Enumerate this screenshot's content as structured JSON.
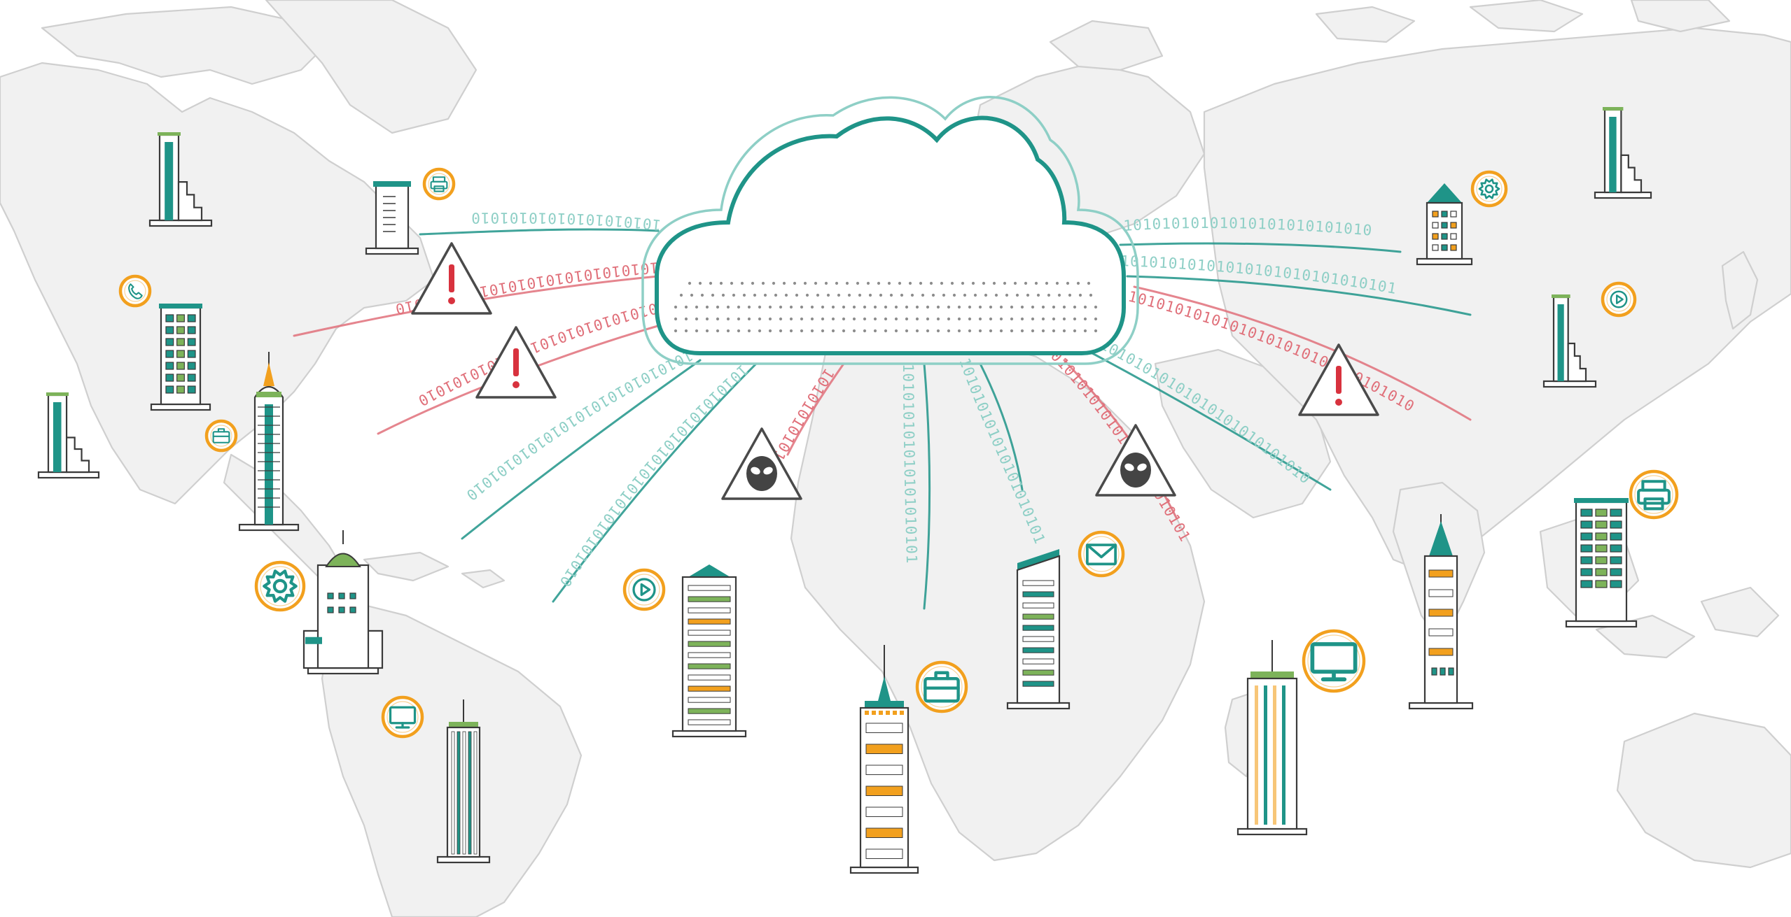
{
  "colors": {
    "teal": "#1f9488",
    "teal_light": "#8ecfc6",
    "red": "#e0707a",
    "orange": "#f2a01e",
    "gray_land": "#f1f1f1",
    "land_stroke": "#cfcfcf",
    "building_stroke": "#3a3a3a",
    "green_accent": "#7db35a",
    "warning_red": "#d8323e"
  },
  "cloud": {
    "name": "cloud-icon"
  },
  "streams": [
    {
      "name": "stream-na-north",
      "kind": "teal",
      "text": "10101010101010101010"
    },
    {
      "name": "stream-na-west",
      "kind": "red",
      "text": "1010101010101010101010101010"
    },
    {
      "name": "stream-na-mid",
      "kind": "red",
      "text": "1010101010101010101010101010"
    },
    {
      "name": "stream-caribbean",
      "kind": "teal",
      "text": "1010101010101010101010101010"
    },
    {
      "name": "stream-south-america",
      "kind": "teal",
      "text": "101010101010101010101010101010"
    },
    {
      "name": "stream-africa-west",
      "kind": "red",
      "text": "1010101010101"
    },
    {
      "name": "stream-africa-center",
      "kind": "teal",
      "text": "101010101010101010101"
    },
    {
      "name": "stream-africa-east",
      "kind": "teal",
      "text": "1010101010101010101010"
    },
    {
      "name": "stream-middle-east",
      "kind": "red",
      "text": "1010101010101010101010101"
    },
    {
      "name": "stream-india",
      "kind": "teal",
      "text": "1010101010101010101010101010"
    },
    {
      "name": "stream-asia-south",
      "kind": "red",
      "text": "10101010101010101010101010101010"
    },
    {
      "name": "stream-asia-mid",
      "kind": "teal",
      "text": "10101010101010101010101010101"
    },
    {
      "name": "stream-asia-north",
      "kind": "teal",
      "text": "10101010101010101010101010"
    }
  ],
  "warnings": [
    {
      "name": "warning-exclamation-na",
      "type": "exclamation"
    },
    {
      "name": "warning-exclamation-atlantic",
      "type": "exclamation"
    },
    {
      "name": "warning-alien-africa",
      "type": "alien"
    },
    {
      "name": "warning-alien-middle-east",
      "type": "alien"
    },
    {
      "name": "warning-exclamation-asia",
      "type": "exclamation"
    }
  ],
  "badges": [
    {
      "name": "printer-icon",
      "icon": "printer"
    },
    {
      "name": "phone-icon",
      "icon": "phone"
    },
    {
      "name": "briefcase-icon",
      "icon": "briefcase"
    },
    {
      "name": "gear-icon",
      "icon": "gear"
    },
    {
      "name": "monitor-icon",
      "icon": "monitor"
    },
    {
      "name": "play-icon",
      "icon": "play"
    },
    {
      "name": "briefcase-icon",
      "icon": "briefcase"
    },
    {
      "name": "mail-icon",
      "icon": "mail"
    },
    {
      "name": "monitor-icon",
      "icon": "monitor"
    },
    {
      "name": "printer-icon",
      "icon": "printer"
    },
    {
      "name": "gear-icon",
      "icon": "gear"
    },
    {
      "name": "play-icon",
      "icon": "play"
    }
  ],
  "buildings": [
    {
      "name": "building-stepped",
      "style": "stepped"
    },
    {
      "name": "building-tower-small",
      "style": "tower"
    },
    {
      "name": "building-office",
      "style": "office"
    },
    {
      "name": "building-stepped",
      "style": "stepped"
    },
    {
      "name": "building-spire",
      "style": "spire"
    },
    {
      "name": "building-domed",
      "style": "domed"
    },
    {
      "name": "building-slim-tower",
      "style": "slimtower"
    },
    {
      "name": "building-striped",
      "style": "striped"
    },
    {
      "name": "building-empire",
      "style": "empire"
    },
    {
      "name": "building-slanted",
      "style": "slanted"
    },
    {
      "name": "building-needle",
      "style": "needle"
    },
    {
      "name": "building-clocktower",
      "style": "clocktower"
    },
    {
      "name": "building-office",
      "style": "office"
    },
    {
      "name": "building-gabled",
      "style": "gabled"
    },
    {
      "name": "building-stepped",
      "style": "stepped"
    },
    {
      "name": "building-stepped",
      "style": "stepped"
    }
  ]
}
